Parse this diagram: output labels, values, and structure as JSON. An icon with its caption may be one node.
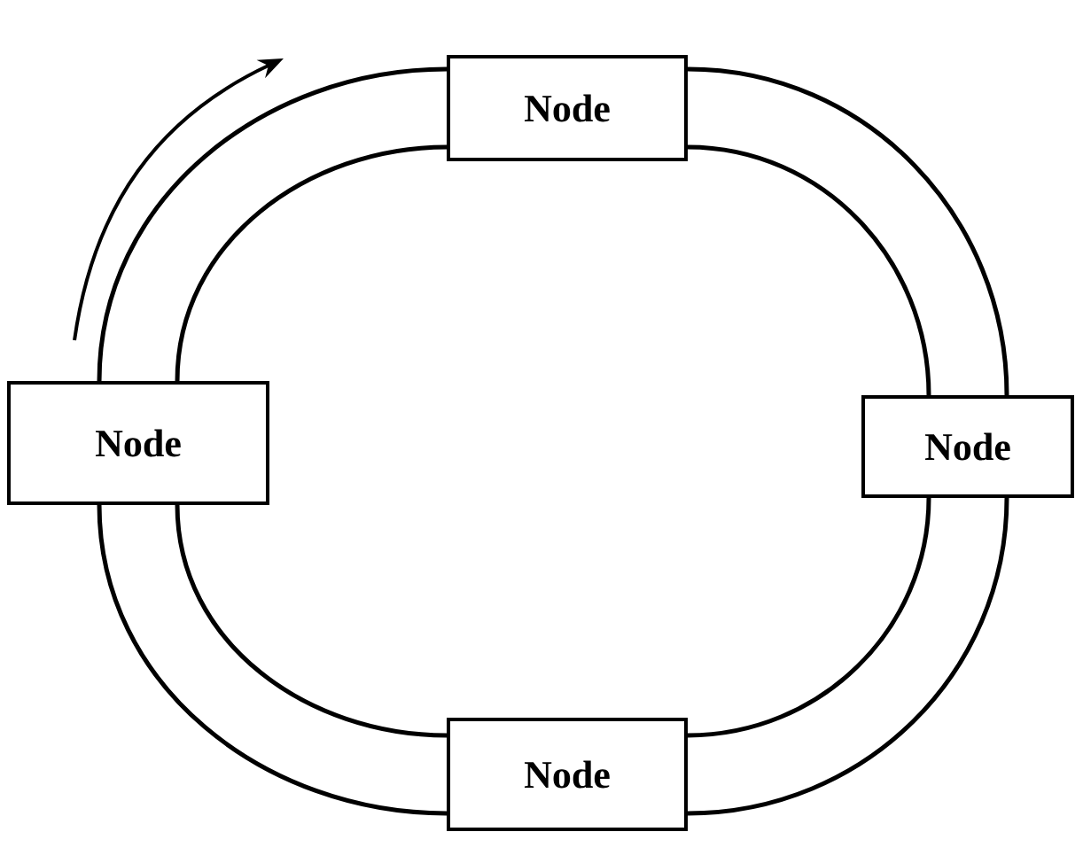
{
  "diagram": {
    "nodes": [
      {
        "text": [
          "Node"
        ]
      },
      {
        "text": [
          "Node"
        ]
      },
      {
        "text": [
          "Node"
        ]
      },
      {
        "text": [
          "Node"
        ]
      }
    ],
    "edges": [
      {
        "from": 0,
        "to": 1,
        "arrow": "none"
      },
      {
        "from": 0,
        "to": 1,
        "arrow": "none"
      },
      {
        "from": 1,
        "to": 3,
        "arrow": "none"
      },
      {
        "from": 1,
        "to": 3,
        "arrow": "none"
      },
      {
        "from": 3,
        "to": 2,
        "arrow": "none"
      },
      {
        "from": 3,
        "to": 2,
        "arrow": "none"
      },
      {
        "from": 2,
        "to": 0,
        "arrow": "none"
      },
      {
        "from": 2,
        "to": 0,
        "arrow": "none"
      }
    ]
  }
}
